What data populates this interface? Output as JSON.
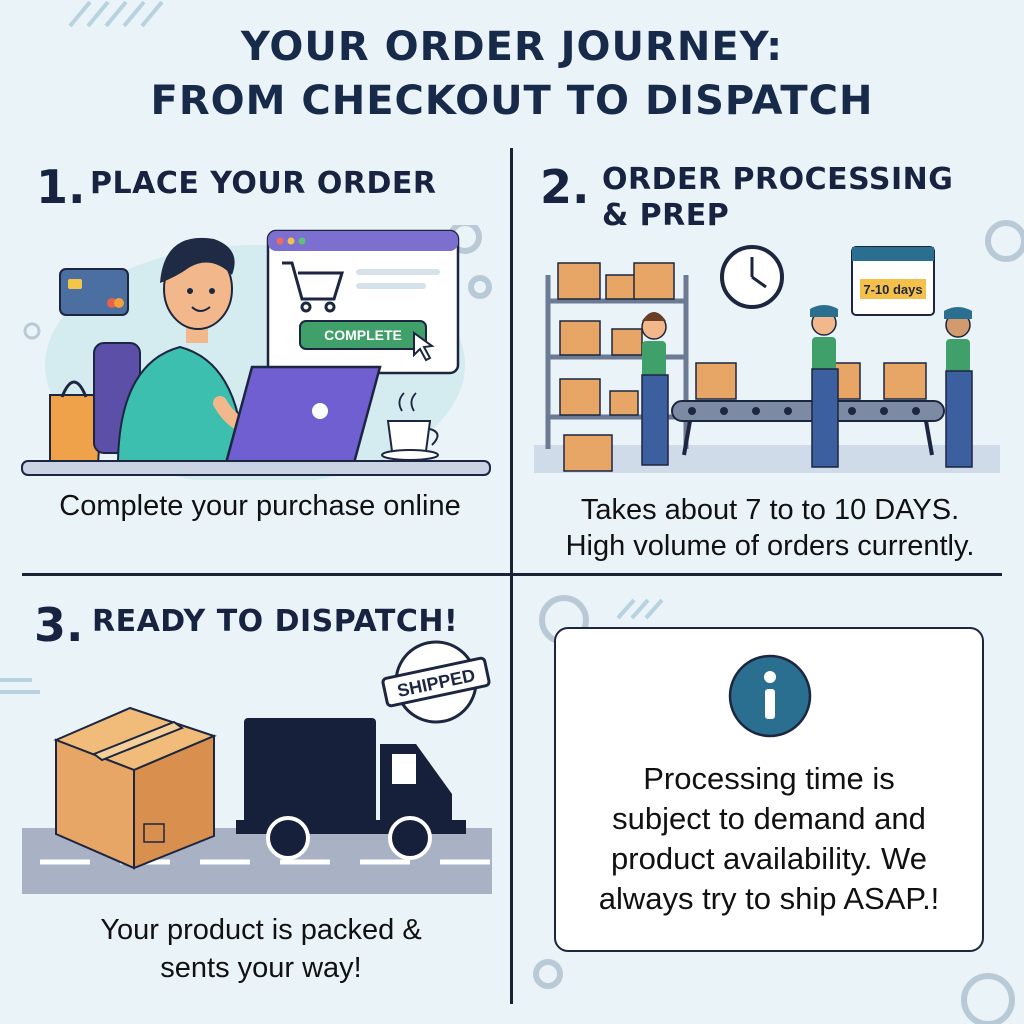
{
  "header": {
    "title_line1": "YOUR ORDER JOURNEY:",
    "title_line2": "FROM CHECKOUT TO DISPATCH"
  },
  "steps": [
    {
      "number": "1.",
      "title_lines": [
        "PLACE YOUR ORDER"
      ],
      "caption_lines": [
        "Complete your purchase online"
      ],
      "button_label": "COMPLETE"
    },
    {
      "number": "2.",
      "title_lines": [
        "ORDER PROCESSING",
        "& PREP"
      ],
      "caption_lines": [
        "Takes about 7 to to 10 DAYS.",
        "High volume of orders currently."
      ],
      "calendar_label": "7-10 days"
    },
    {
      "number": "3.",
      "title_lines": [
        "READY TO DISPATCH!"
      ],
      "caption_lines": [
        "Your product is packed &",
        "sents your way!"
      ],
      "stamp_label": "SHIPPED"
    }
  ],
  "info": {
    "icon": "info-icon",
    "lines": [
      "Processing time is",
      "subject to demand and",
      "product availability. We",
      "always try to ship ASAP.!"
    ]
  },
  "colors": {
    "navy": "#172340",
    "teal": "#2a6f8f",
    "accent_green": "#3fa06a",
    "box_orange": "#e7a566",
    "background": "#e9f3f8"
  }
}
